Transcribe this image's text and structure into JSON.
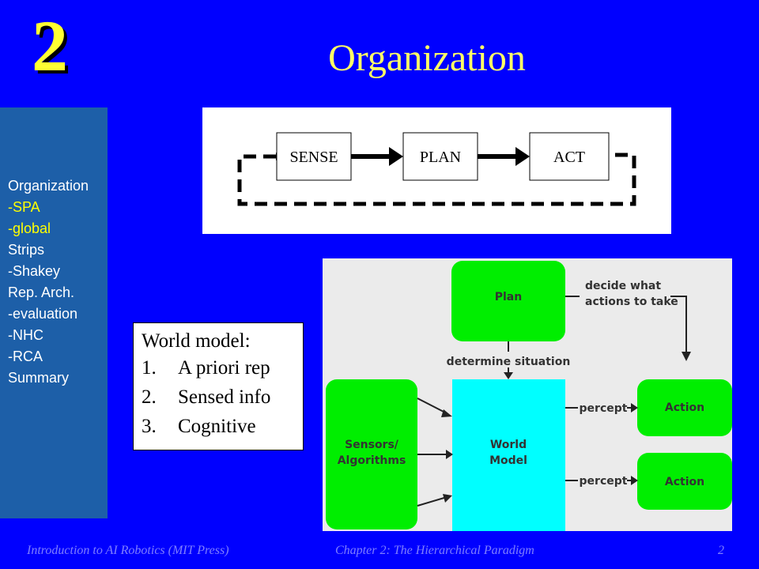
{
  "slide": {
    "chapter_number": "2",
    "title": "Organization"
  },
  "sidebar": {
    "items": [
      {
        "label": "Organization"
      },
      {
        "label": "-SPA"
      },
      {
        "label": "-global"
      },
      {
        "label": "Strips"
      },
      {
        "label": "-Shakey"
      },
      {
        "label": "Rep. Arch."
      },
      {
        "label": "-evaluation"
      },
      {
        "label": "-NHC"
      },
      {
        "label": "-RCA"
      },
      {
        "label": "Summary"
      }
    ]
  },
  "spa_diagram": {
    "boxes": [
      "SENSE",
      "PLAN",
      "ACT"
    ]
  },
  "world_model": {
    "heading": "World model:",
    "items": [
      {
        "num": "1.",
        "text": "A priori rep"
      },
      {
        "num": "2.",
        "text": "Sensed info"
      },
      {
        "num": "3.",
        "text": "Cognitive"
      }
    ]
  },
  "hierarchy_diagram": {
    "plan_label": "Plan",
    "world_model_line1": "World",
    "world_model_line2": "Model",
    "sensors_line1": "Sensors/",
    "sensors_line2": "Algorithms",
    "action1_label": "Action",
    "action2_label": "Action",
    "decide_line1": "decide what",
    "decide_line2": "actions to take",
    "determine_label": "determine situation",
    "percept1_label": "percept",
    "percept2_label": "percept",
    "colors": {
      "green": "#00ee00",
      "cyan": "#00ffff",
      "background": "#ebebeb"
    }
  },
  "footer": {
    "left": "Introduction to AI Robotics (MIT Press)",
    "center": "Chapter 2: The Hierarchical Paradigm",
    "page": "2"
  }
}
